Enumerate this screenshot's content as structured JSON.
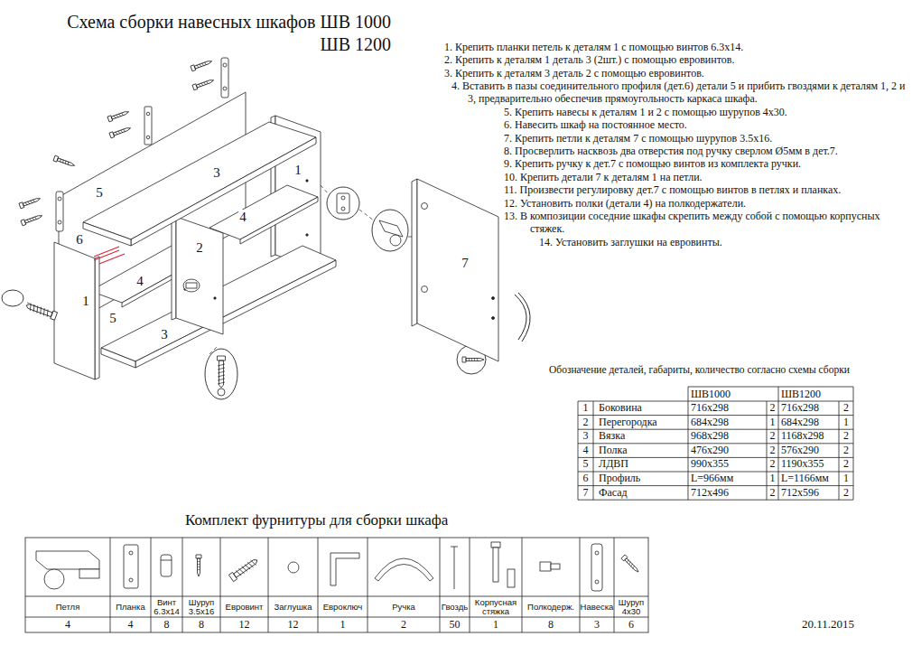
{
  "diagram": {
    "title": "Схема сборки навесных шкафов ШВ 1000 ШВ 1200",
    "labels": [
      "1. Крепить планки петель к деталям 1 с помощью винтов 6.3х14.",
      "2. Крепить к деталям 1 деталь 3 (2шт.) с помощью евровинтов.",
      "3. Крепить к деталям 3 деталь 2 с помощью евровинтов.",
      "4. Вставить в пазы соединительного профиля (дет.6) детали 5 и прибить гвоздями к деталям 1, 2 и 3, предварительно обеспечив прямоугольность каркаса шкафа.",
      "5. Крепить навесы к деталям 1 и 2 с помощью шурупов 4х30.",
      "6. Навесить шкаф на постоянное место.",
      "7. Крепить петли к деталям 7 с помощью шурупов 3.5х16.",
      "8. Просверлить насквозь два отверстия под ручку сверлом Ø5мм в дет.7.",
      "9. Крепить ручку к дет.7 с помощью винтов из комплекта ручки.",
      "10. Крепить детали 7 к деталям 1 на петли.",
      "11. Произвести регулировку дет.7 с помощью винтов в петлях и планках.",
      "12. Установить полки (детали 4) на полкодержатели.",
      "13. В композиции соседние шкафы скрепить между собой с помощью корпусных стяжек.",
      "14. Установить заглушки на евровинты.",
      "Обозначение деталей, габариты, количество согласно схемы сборки",
      "ШВ1000",
      "ШВ1200",
      "1",
      "Боковина",
      "716x298",
      "2",
      "716x298",
      "2",
      "2",
      "Перегородка",
      "684x298",
      "1",
      "684x298",
      "1",
      "3",
      "Вязка",
      "968x298",
      "2",
      "1168x298",
      "2",
      "4",
      "Полка",
      "476x290",
      "2",
      "576x290",
      "2",
      "5",
      "ЛДВП",
      "990x355",
      "2",
      "1190x355",
      "2",
      "6",
      "Профиль",
      "L=966мм",
      "1",
      "L=1166мм",
      "1",
      "7",
      "Фасад",
      "712x496",
      "2",
      "712x596",
      "2",
      "Комплект фурнитуры для сборки шкафа",
      "Петля",
      "Планка",
      "Винт 6.3х14",
      "Шуруп 3.5х16",
      "Евровинт",
      "Заглушка",
      "Евроключ",
      "Ручка",
      "Гвоздь",
      "Корпусная стяжка",
      "Полкодерж.",
      "Навеска",
      "Шуруп 4х30",
      "4",
      "4",
      "8",
      "8",
      "12",
      "12",
      "1",
      "2",
      "50",
      "1",
      "8",
      "3",
      "6",
      "20.11.2015",
      "5",
      "3",
      "1",
      "4",
      "6",
      "2",
      "4",
      "1",
      "5",
      "3",
      "7"
    ]
  }
}
